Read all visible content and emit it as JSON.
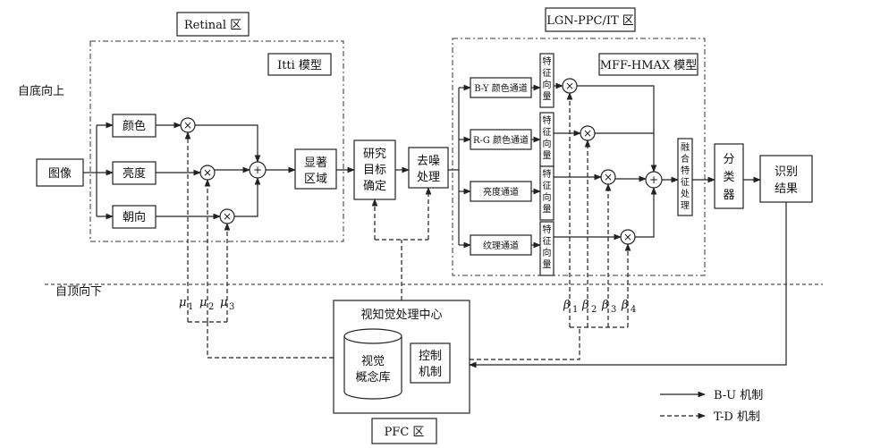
{
  "region_labels": {
    "retinal": "Retinal 区",
    "lgn": "LGN-PPC/IT 区",
    "pfc": "PFC 区",
    "itti": "Itti 模型",
    "mff": "MFF-HMAX 模型"
  },
  "side_labels": {
    "bottom_up": "自底向上",
    "top_down": "自顶向下"
  },
  "boxes": {
    "image": "图像",
    "color": "颜色",
    "brightness": "亮度",
    "orientation": "朝向",
    "salient_1": "显著",
    "salient_2": "区域",
    "research_1": "研究",
    "research_2": "目标",
    "research_3": "确定",
    "denoise_1": "去噪",
    "denoise_2": "处理",
    "classifier": [
      "分",
      "类",
      "器"
    ],
    "result_1": "识别",
    "result_2": "结果",
    "visual_center": "视知觉处理中心",
    "concept_1": "视觉",
    "concept_2": "概念库",
    "control_1": "控制",
    "control_2": "机制"
  },
  "channels": [
    "B-Y 颜色通道",
    "R-G 颜色通道",
    "亮度通道",
    "纹理通道"
  ],
  "feature_vector": [
    "特",
    "征",
    "向",
    "量"
  ],
  "fusion": [
    "融",
    "合",
    "特",
    "征",
    "处",
    "理"
  ],
  "mu_labels": [
    "μ",
    "μ",
    "μ"
  ],
  "mu_subs": [
    "1",
    "2",
    "3"
  ],
  "beta_labels": [
    "β",
    "β",
    "β",
    "β"
  ],
  "beta_subs": [
    "1",
    "2",
    "3",
    "4"
  ],
  "operators": {
    "multiply": "×",
    "plus": "+"
  },
  "legend": {
    "bu": "B-U 机制",
    "td": "T-D 机制"
  }
}
